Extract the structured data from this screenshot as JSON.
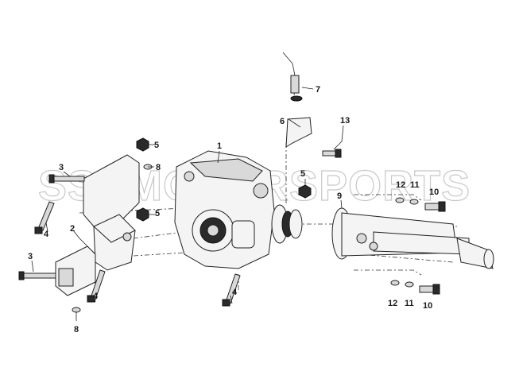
{
  "watermark": "SSSMOTORSPORTS",
  "callouts": {
    "c1": "1",
    "c2": "2",
    "c3_top": "3",
    "c3_bottom": "3",
    "c4_left": "4",
    "c4_low": "4",
    "c4_bottom": "4",
    "c5_top": "5",
    "c5_mid": "5",
    "c5_right": "5",
    "c6": "6",
    "c7": "7",
    "c8_top": "8",
    "c8_bottom": "8",
    "c9": "9",
    "c10_top": "10",
    "c10_bottom": "10",
    "c11_top": "11",
    "c11_bottom": "11",
    "c12_top": "12",
    "c12_bottom": "12",
    "c13": "13"
  }
}
